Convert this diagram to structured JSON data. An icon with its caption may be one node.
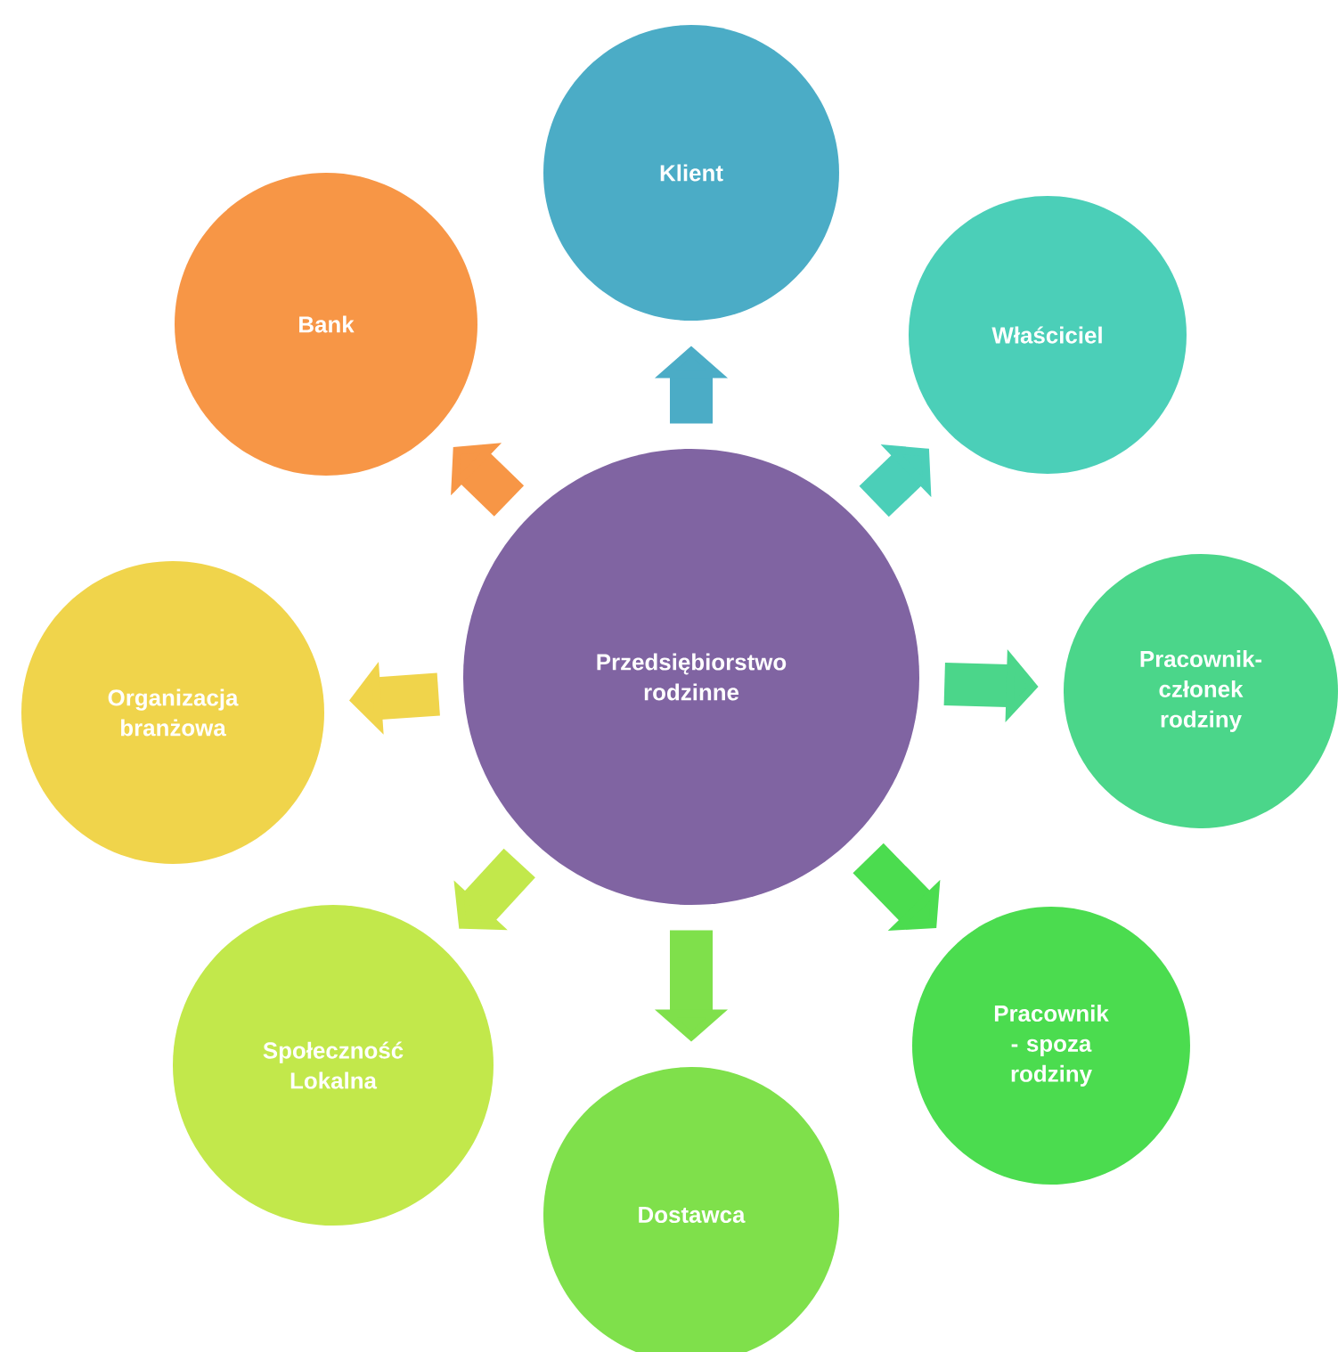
{
  "diagram": {
    "nodes": [
      {
        "text": [
          "Przedsiębiorstwo rodzinne"
        ]
      },
      {
        "text": [
          "Klient"
        ]
      },
      {
        "text": [
          "Właściciel"
        ]
      },
      {
        "text": [
          "Pracownik- członek rodziny"
        ]
      },
      {
        "text": [
          "Pracownik - spoza rodziny"
        ]
      },
      {
        "text": [
          "Dostawca"
        ]
      },
      {
        "text": [
          "Społeczność Lokalna"
        ]
      },
      {
        "text": [
          "Organizacja branżowa"
        ]
      },
      {
        "text": [
          "Bank"
        ]
      }
    ],
    "edges": [
      {
        "from": 0,
        "to": 1,
        "arrow": "to",
        "color": "#4bacc6"
      },
      {
        "from": 0,
        "to": 2,
        "arrow": "to",
        "color": "#4bcfb8"
      },
      {
        "from": 0,
        "to": 3,
        "arrow": "to",
        "color": "#4bd68a"
      },
      {
        "from": 0,
        "to": 4,
        "arrow": "to",
        "color": "#4bdc4f"
      },
      {
        "from": 0,
        "to": 5,
        "arrow": "to",
        "color": "#7fe04b"
      },
      {
        "from": 0,
        "to": 6,
        "arrow": "to",
        "color": "#c2e84b"
      },
      {
        "from": 0,
        "to": 7,
        "arrow": "to",
        "color": "#f0d44b"
      },
      {
        "from": 0,
        "to": 8,
        "arrow": "to",
        "color": "#f79646"
      }
    ]
  }
}
